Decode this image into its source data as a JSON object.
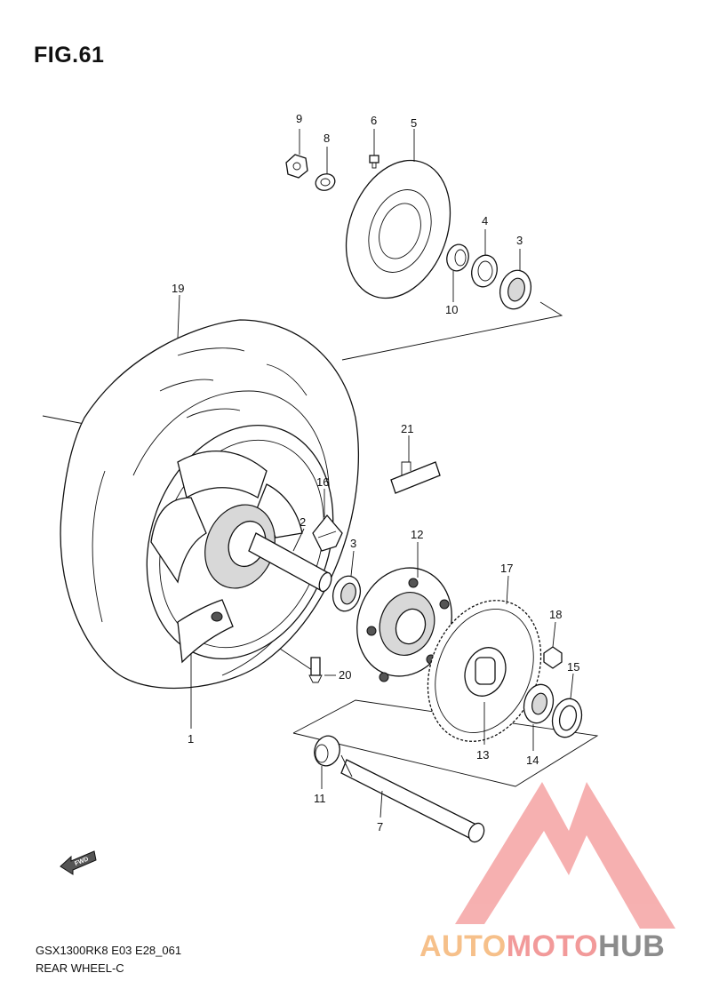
{
  "figure": {
    "title": "FIG.61"
  },
  "footer": {
    "model_code": "GSX1300RK8 E03 E28_061",
    "subtitle": "REAR WHEEL-C"
  },
  "callouts": [
    "9",
    "8",
    "6",
    "5",
    "4",
    "3",
    "10",
    "19",
    "21",
    "16",
    "2",
    "3",
    "12",
    "17",
    "18",
    "15",
    "20",
    "1",
    "13",
    "14",
    "11",
    "7"
  ],
  "fwd_label": "FWD",
  "watermark": {
    "part1": "AUTO",
    "part2": "MOTO",
    "part3": "HUB",
    "colors": {
      "auto": "#f6c08a",
      "moto": "#f29a9a",
      "hub": "#8c8c8c",
      "logo": "#f28b8b"
    }
  }
}
